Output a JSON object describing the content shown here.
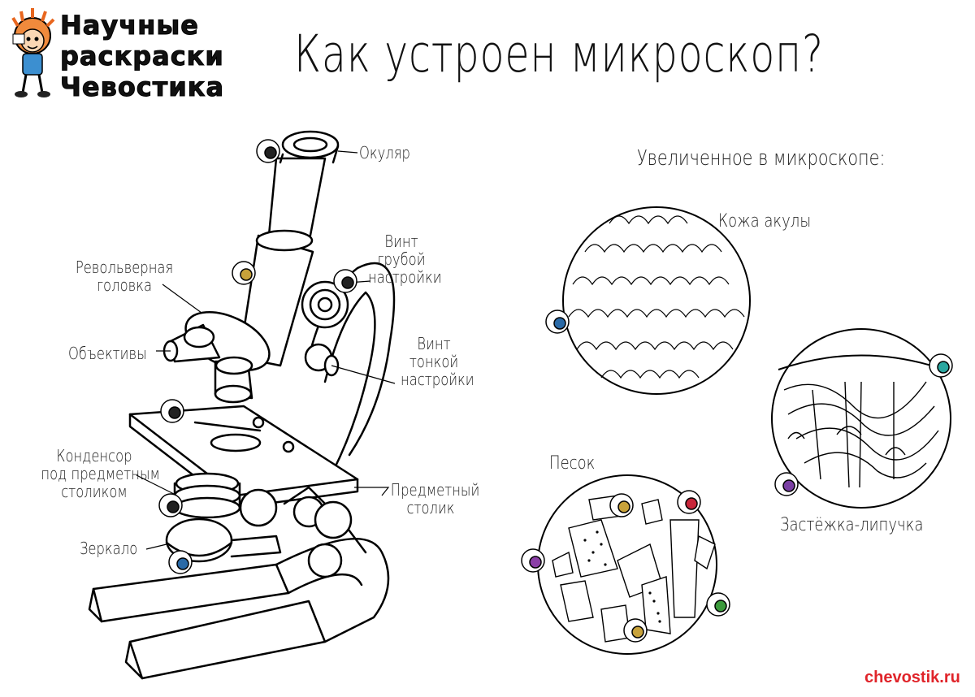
{
  "logo": {
    "lines": [
      "Научные",
      "раскраски",
      "Чевостика"
    ]
  },
  "title": "Как устроен микроскоп?",
  "subtitle": "Увеличенное в микроскопе:",
  "microscope_labels": {
    "eyepiece": "Окуляр",
    "coarse_screw": [
      "Винт",
      "грубой",
      "настройки"
    ],
    "revolver": [
      "Револьверная",
      "головка"
    ],
    "objectives": "Объективы",
    "fine_screw": [
      "Винт",
      "тонкой",
      "настройки"
    ],
    "condenser": [
      "Конденсор",
      "под предметным",
      "столиком"
    ],
    "stage": [
      "Предметный",
      "столик"
    ],
    "mirror": "Зеркало"
  },
  "samples": {
    "shark_skin": "Кожа акулы",
    "velcro": "Застёжка-липучка",
    "sand": "Песок"
  },
  "site": "chevostik.ru",
  "colors": {
    "site_url": "#e0242a",
    "marker_gold": "#c8a23a",
    "marker_teal": "#2aa7a0",
    "marker_purple": "#7a3fa3",
    "marker_violet": "#8b3fa7",
    "marker_red": "#c8263a",
    "marker_green": "#3c9a3c",
    "marker_blue": "#2a6aa7",
    "marker_dark": "#222222"
  }
}
